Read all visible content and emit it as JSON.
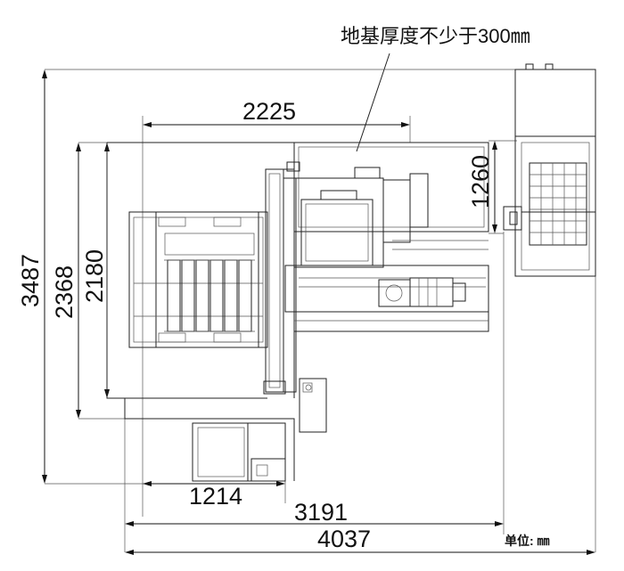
{
  "note": "地基厚度不少于300㎜",
  "unit_label": "单位: ㎜",
  "dimensions": {
    "width_2225": "2225",
    "height_1260": "1260",
    "height_3487": "3487",
    "height_2368": "2368",
    "height_2180": "2180",
    "width_1214": "1214",
    "width_3191": "3191",
    "width_4037": "4037"
  }
}
